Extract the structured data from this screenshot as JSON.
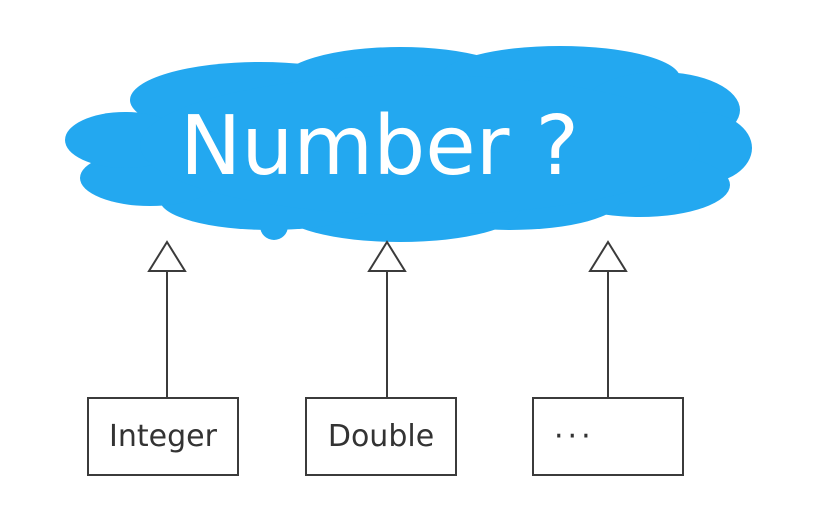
{
  "cloud": {
    "label": "Number ?",
    "color": "#23a8f0"
  },
  "subtypes": [
    {
      "label": "Integer"
    },
    {
      "label": "Double"
    },
    {
      "label": "···"
    }
  ],
  "colors": {
    "line": "#3b3b3b",
    "text": "#333333",
    "background": "#ffffff"
  }
}
